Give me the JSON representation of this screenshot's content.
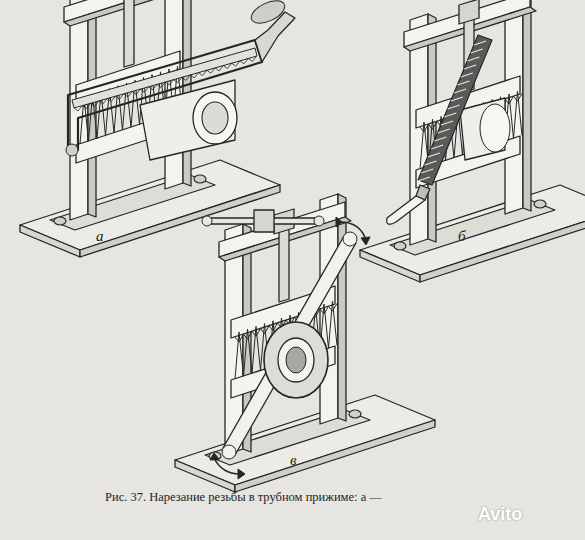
{
  "diagram": {
    "caption": "Рис. 37. Нарезание резьбы в трубном прижиме: а —",
    "labels": [
      "а",
      "б",
      "в",
      "Avito"
    ]
  }
}
